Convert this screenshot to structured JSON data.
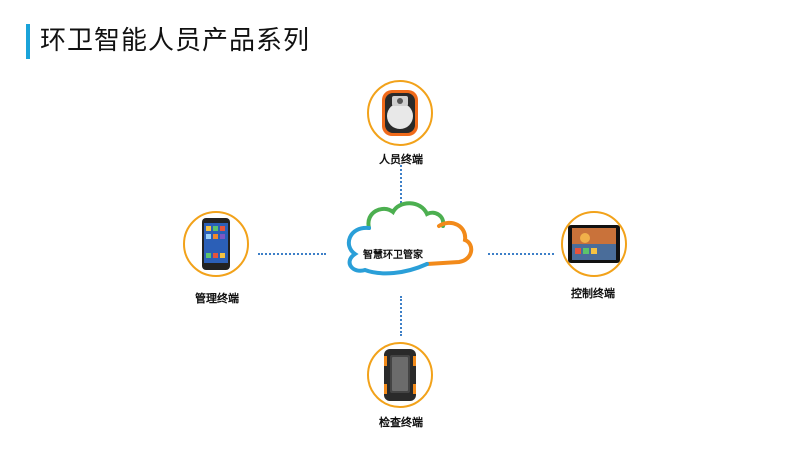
{
  "title": "环卫智能人员产品系列",
  "center": {
    "label": "智慧环卫管家"
  },
  "nodes": {
    "top": {
      "label": "人员终端",
      "icon": "wearable-device-icon"
    },
    "left": {
      "label": "管理终端",
      "icon": "smartphone-icon"
    },
    "right": {
      "label": "控制终端",
      "icon": "tablet-icon"
    },
    "bottom": {
      "label": "检查终端",
      "icon": "rugged-phone-icon"
    }
  },
  "colors": {
    "accent": "#1aa3d9",
    "node_border": "#f2a21a",
    "connector": "#3d7fc7",
    "cloud_green": "#4caf50",
    "cloud_orange": "#f28a1a",
    "cloud_blue": "#2a9fd8"
  }
}
